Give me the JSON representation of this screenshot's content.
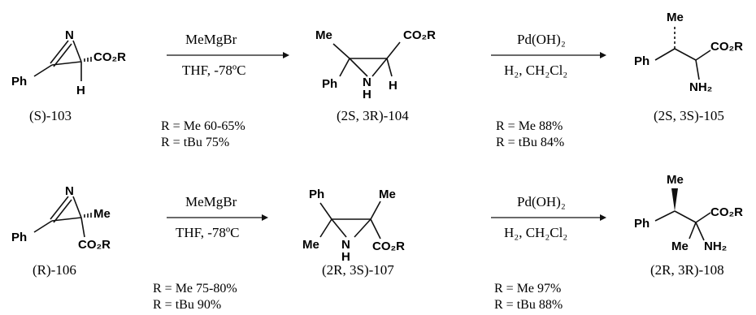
{
  "rows": [
    {
      "start_label": "(S)-103",
      "reagent1_top": "MeMgBr",
      "reagent1_bottom": "THF, -78ºC",
      "mid_label": "(2S, 3R)-104",
      "reagent2_top": "Pd(OH)₂",
      "reagent2_bottom": "H₂, CH₂Cl₂",
      "end_label": "(2S, 3S)-105",
      "yields1": [
        "R = Me   60-65%",
        "R = tBu    75%"
      ],
      "yields2": [
        "R = Me   88%",
        "R = tBu   84%"
      ]
    },
    {
      "start_label": "(R)-106",
      "reagent1_top": "MeMgBr",
      "reagent1_bottom": "THF, -78ºC",
      "mid_label": "(2R, 3S)-107",
      "reagent2_top": "Pd(OH)₂",
      "reagent2_bottom": "H₂, CH₂Cl₂",
      "end_label": "(2R, 3R)-108",
      "yields1": [
        "R = Me   75-80%",
        "R = tBu    90%"
      ],
      "yields2": [
        "R = Me   97%",
        "R = tBu   88%"
      ]
    }
  ],
  "atoms": {
    "N": "N",
    "NH": "N",
    "H": "H",
    "Ph": "Ph",
    "Me": "Me",
    "CO2R": "CO₂R",
    "NH2": "NH₂"
  }
}
